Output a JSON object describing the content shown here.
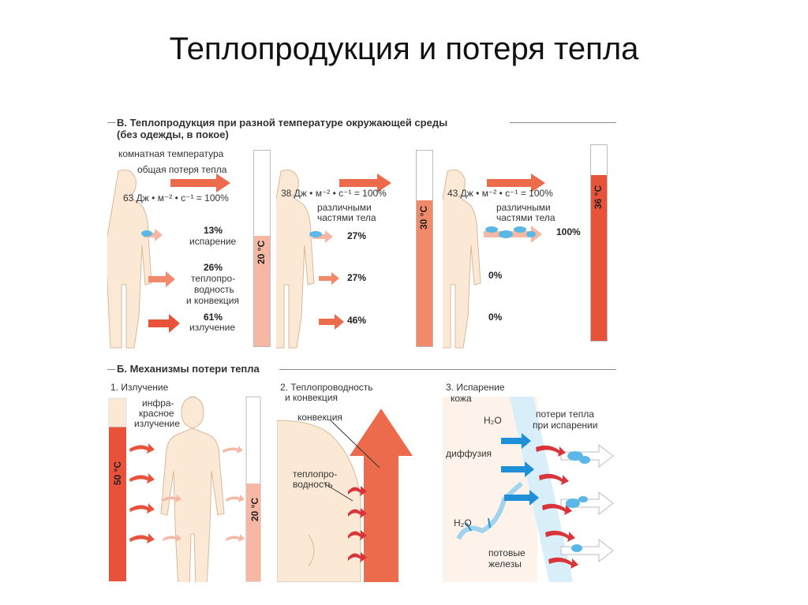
{
  "title": "Теплопродукция и потеря тепла",
  "section_b": {
    "heading": "В. Теплопродукция при разной температуре окружающей среды",
    "subheading": "(без одежды, в покое)",
    "panel1": {
      "label_room": "комнатная температура",
      "label_total": "общая потеря тепла",
      "rate": "63 Дж • м⁻² • с⁻¹ = 100%",
      "temp": "20 °С",
      "items": [
        {
          "pct": "13%",
          "label": "испарение"
        },
        {
          "pct": "26%",
          "label": "теплопро-"
        },
        {
          "pct": "",
          "label": "водность"
        },
        {
          "pct": "",
          "label": "и конвекция"
        },
        {
          "pct": "61%",
          "label": "излучение"
        }
      ]
    },
    "panel2": {
      "rate": "38 Дж • м⁻² • с⁻¹ = 100%",
      "label_parts1": "различными",
      "label_parts2": "частями тела",
      "temp": "30 °С",
      "pcts": [
        "27%",
        "27%",
        "46%"
      ]
    },
    "panel3": {
      "rate": "43 Дж • м⁻² • с⁻¹ = 100%",
      "label_parts1": "различными",
      "label_parts2": "частями тела",
      "temp": "36 °С",
      "pcts": [
        "100%",
        "0%",
        "0%"
      ]
    }
  },
  "section_m": {
    "heading": "Б. Механизмы потери тепла",
    "m1": {
      "title": "1. Излучение",
      "ir1": "инфра-",
      "ir2": "красное",
      "ir3": "излучение",
      "temp_hot": "50 °С",
      "temp_cold": "20 °С"
    },
    "m2": {
      "title1": "2. Теплопроводность",
      "title2": "и конвекция",
      "convection": "конвекция",
      "cond1": "теплопро-",
      "cond2": "водность"
    },
    "m3": {
      "title": "3. Испарение",
      "skin": "кожа",
      "h2o_top": "H₂O",
      "loss1": "потери тепла",
      "loss2": "при испарении",
      "diffusion": "диффузия",
      "h2o_bottom": "H₂O",
      "glands1": "потовые",
      "glands2": "железы"
    }
  },
  "colors": {
    "body": "#fbe9d6",
    "body_outline": "#d9b99a",
    "hot": "#e8523a",
    "warm": "#f08a6a",
    "cool": "#f6b8a4",
    "water": "#5bb8e6",
    "panel_bg": "#fdf3ea"
  }
}
